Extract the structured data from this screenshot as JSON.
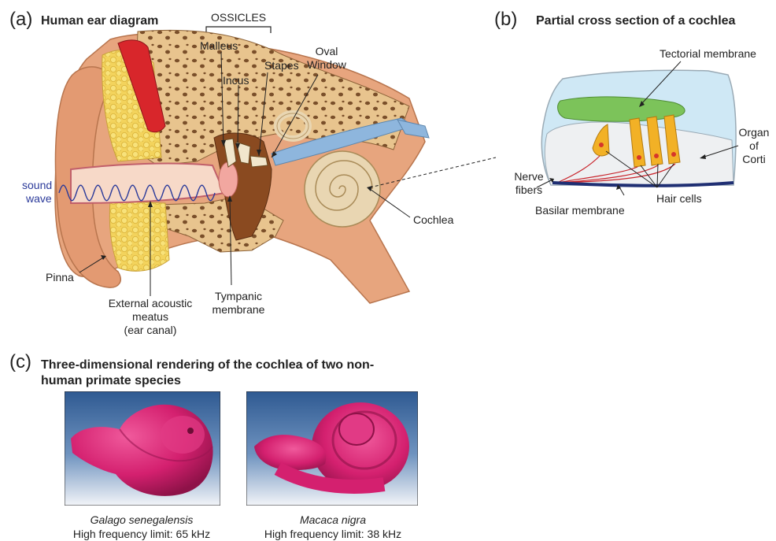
{
  "panel_a": {
    "letter": "(a)",
    "title": "Human ear diagram",
    "ossicles": "OSSICLES",
    "labels": {
      "malleus": "Malleus",
      "incus": "Incus",
      "stapes": "Stapes",
      "oval_window_1": "Oval",
      "oval_window_2": "Window",
      "sound_1": "sound",
      "sound_2": "wave",
      "cochlea": "Cochlea",
      "pinna": "Pinna",
      "meatus_1": "External acoustic",
      "meatus_2": "meatus",
      "meatus_3": "(ear canal)",
      "tympanic_1": "Tympanic",
      "tympanic_2": "membrane"
    }
  },
  "panel_b": {
    "letter": "(b)",
    "title": "Partial cross section of a cochlea",
    "labels": {
      "tectorial": "Tectorial membrane",
      "organ_1": "Organ",
      "organ_2": "of",
      "organ_3": "Corti",
      "nerve_1": "Nerve",
      "nerve_2": "fibers",
      "hair": "Hair cells",
      "basilar": "Basilar membrane"
    }
  },
  "panel_c": {
    "letter": "(c)",
    "title_1": "Three-dimensional rendering of the cochlea of two non-",
    "title_2": "human primate species",
    "species": [
      {
        "name": "Galago senegalensis",
        "limit": "High frequency limit: 65 kHz"
      },
      {
        "name": "Macaca nigra",
        "limit": "High frequency limit: 38 kHz"
      }
    ]
  },
  "colors": {
    "bone": "#e8c48e",
    "bone_holes": "#7a4f2a",
    "skin": "#e7a57e",
    "fat": "#f3d35c",
    "muscle": "#d8262b",
    "canal": "#f7d9c8",
    "cochlea": "#e9d6b2",
    "nerve": "#8eb6dd",
    "sound_wave": "#2b3a9a",
    "tectorial": "#7cc35a",
    "hair_cell": "#f2b126",
    "basilar": "#1f2f73",
    "render_pink": "#d4206f",
    "render_bg": "#3f6a9e"
  }
}
